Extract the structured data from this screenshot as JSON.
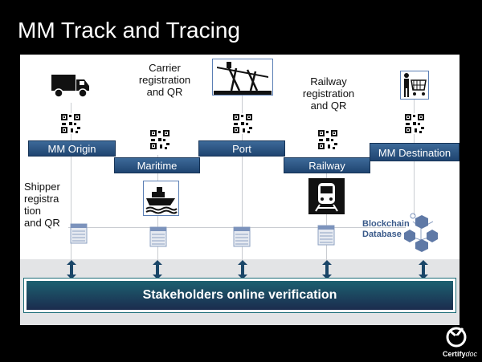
{
  "title": "MM Track and Tracing",
  "stages": {
    "origin": "MM Origin",
    "maritime": "Maritime",
    "port": "Port",
    "railway": "Railway",
    "destination": "MM Destination"
  },
  "labels": {
    "carrier": "Carrier registration and QR",
    "railway_reg": "Railway registration and QR",
    "shipper": "Shipper registration and QR"
  },
  "carrier_lines": [
    "Carrier",
    "registration",
    "and QR"
  ],
  "railway_lines": [
    "Railway",
    "registration",
    "and QR"
  ],
  "shipper_lines": [
    "Shipper",
    "registra",
    "tion",
    "and QR"
  ],
  "blockchain": {
    "line1": "Blockchain",
    "line2": "Database"
  },
  "verification": "Stakeholders online verification",
  "logo": {
    "brand": "Certify",
    "suffix": "doc"
  },
  "colors": {
    "stage_blue": "#2d5a8c",
    "verify_teal": "#1c6070",
    "background": "#000000"
  },
  "icons": [
    "truck-icon",
    "qr-code-icon",
    "ship-icon",
    "crane-icon",
    "train-icon",
    "shopping-cart-icon",
    "database-icon",
    "blockchain-icon",
    "arrow-icon"
  ]
}
